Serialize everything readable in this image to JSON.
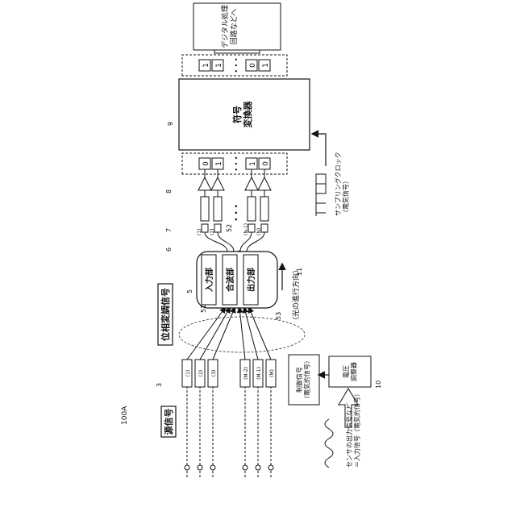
{
  "figure_ref": "100A",
  "labels": {
    "source_signal": "源信号",
    "phase_mod_signal": "位相変調信号",
    "control_signal": "制御信号\n（電気的信号）",
    "voltage_adjuster": "電圧\n調整器",
    "sensor_input": "センサの出力信号など\n＝入力信号（電気的信号）",
    "light_direction": "（光の進行方向）",
    "input_unit": "入力部",
    "wave_combiner": "合波部",
    "output_unit": "出力部",
    "code_converter": "符号\n変換器",
    "sampling_clock": "サンプリングクロック\n（電気信号）",
    "digital_out": "デジタル処理\n回路などへ"
  },
  "ref_numerals": {
    "modulators": "3",
    "device": "5",
    "input_ref": "51",
    "combiner_ref": "52",
    "output_ref": "53",
    "detector_ref": "6",
    "tia_ref": "7",
    "comparator_ref": "8",
    "converter_ref": "9",
    "voltage_ref": "10",
    "output_line_ref": "11"
  },
  "modulator_indices": [
    "(1)",
    "(2)",
    "(3)",
    "(M-2)",
    "(M-1)",
    "(M)"
  ],
  "output_port_indices": [
    "(1)",
    "(2)",
    "(N-1)",
    "(N)"
  ],
  "ellipsis": "• • •",
  "bits_before_converter": [
    "0",
    "1",
    "1",
    "0"
  ],
  "bits_after_converter": [
    "1",
    "1",
    "0",
    "1"
  ]
}
